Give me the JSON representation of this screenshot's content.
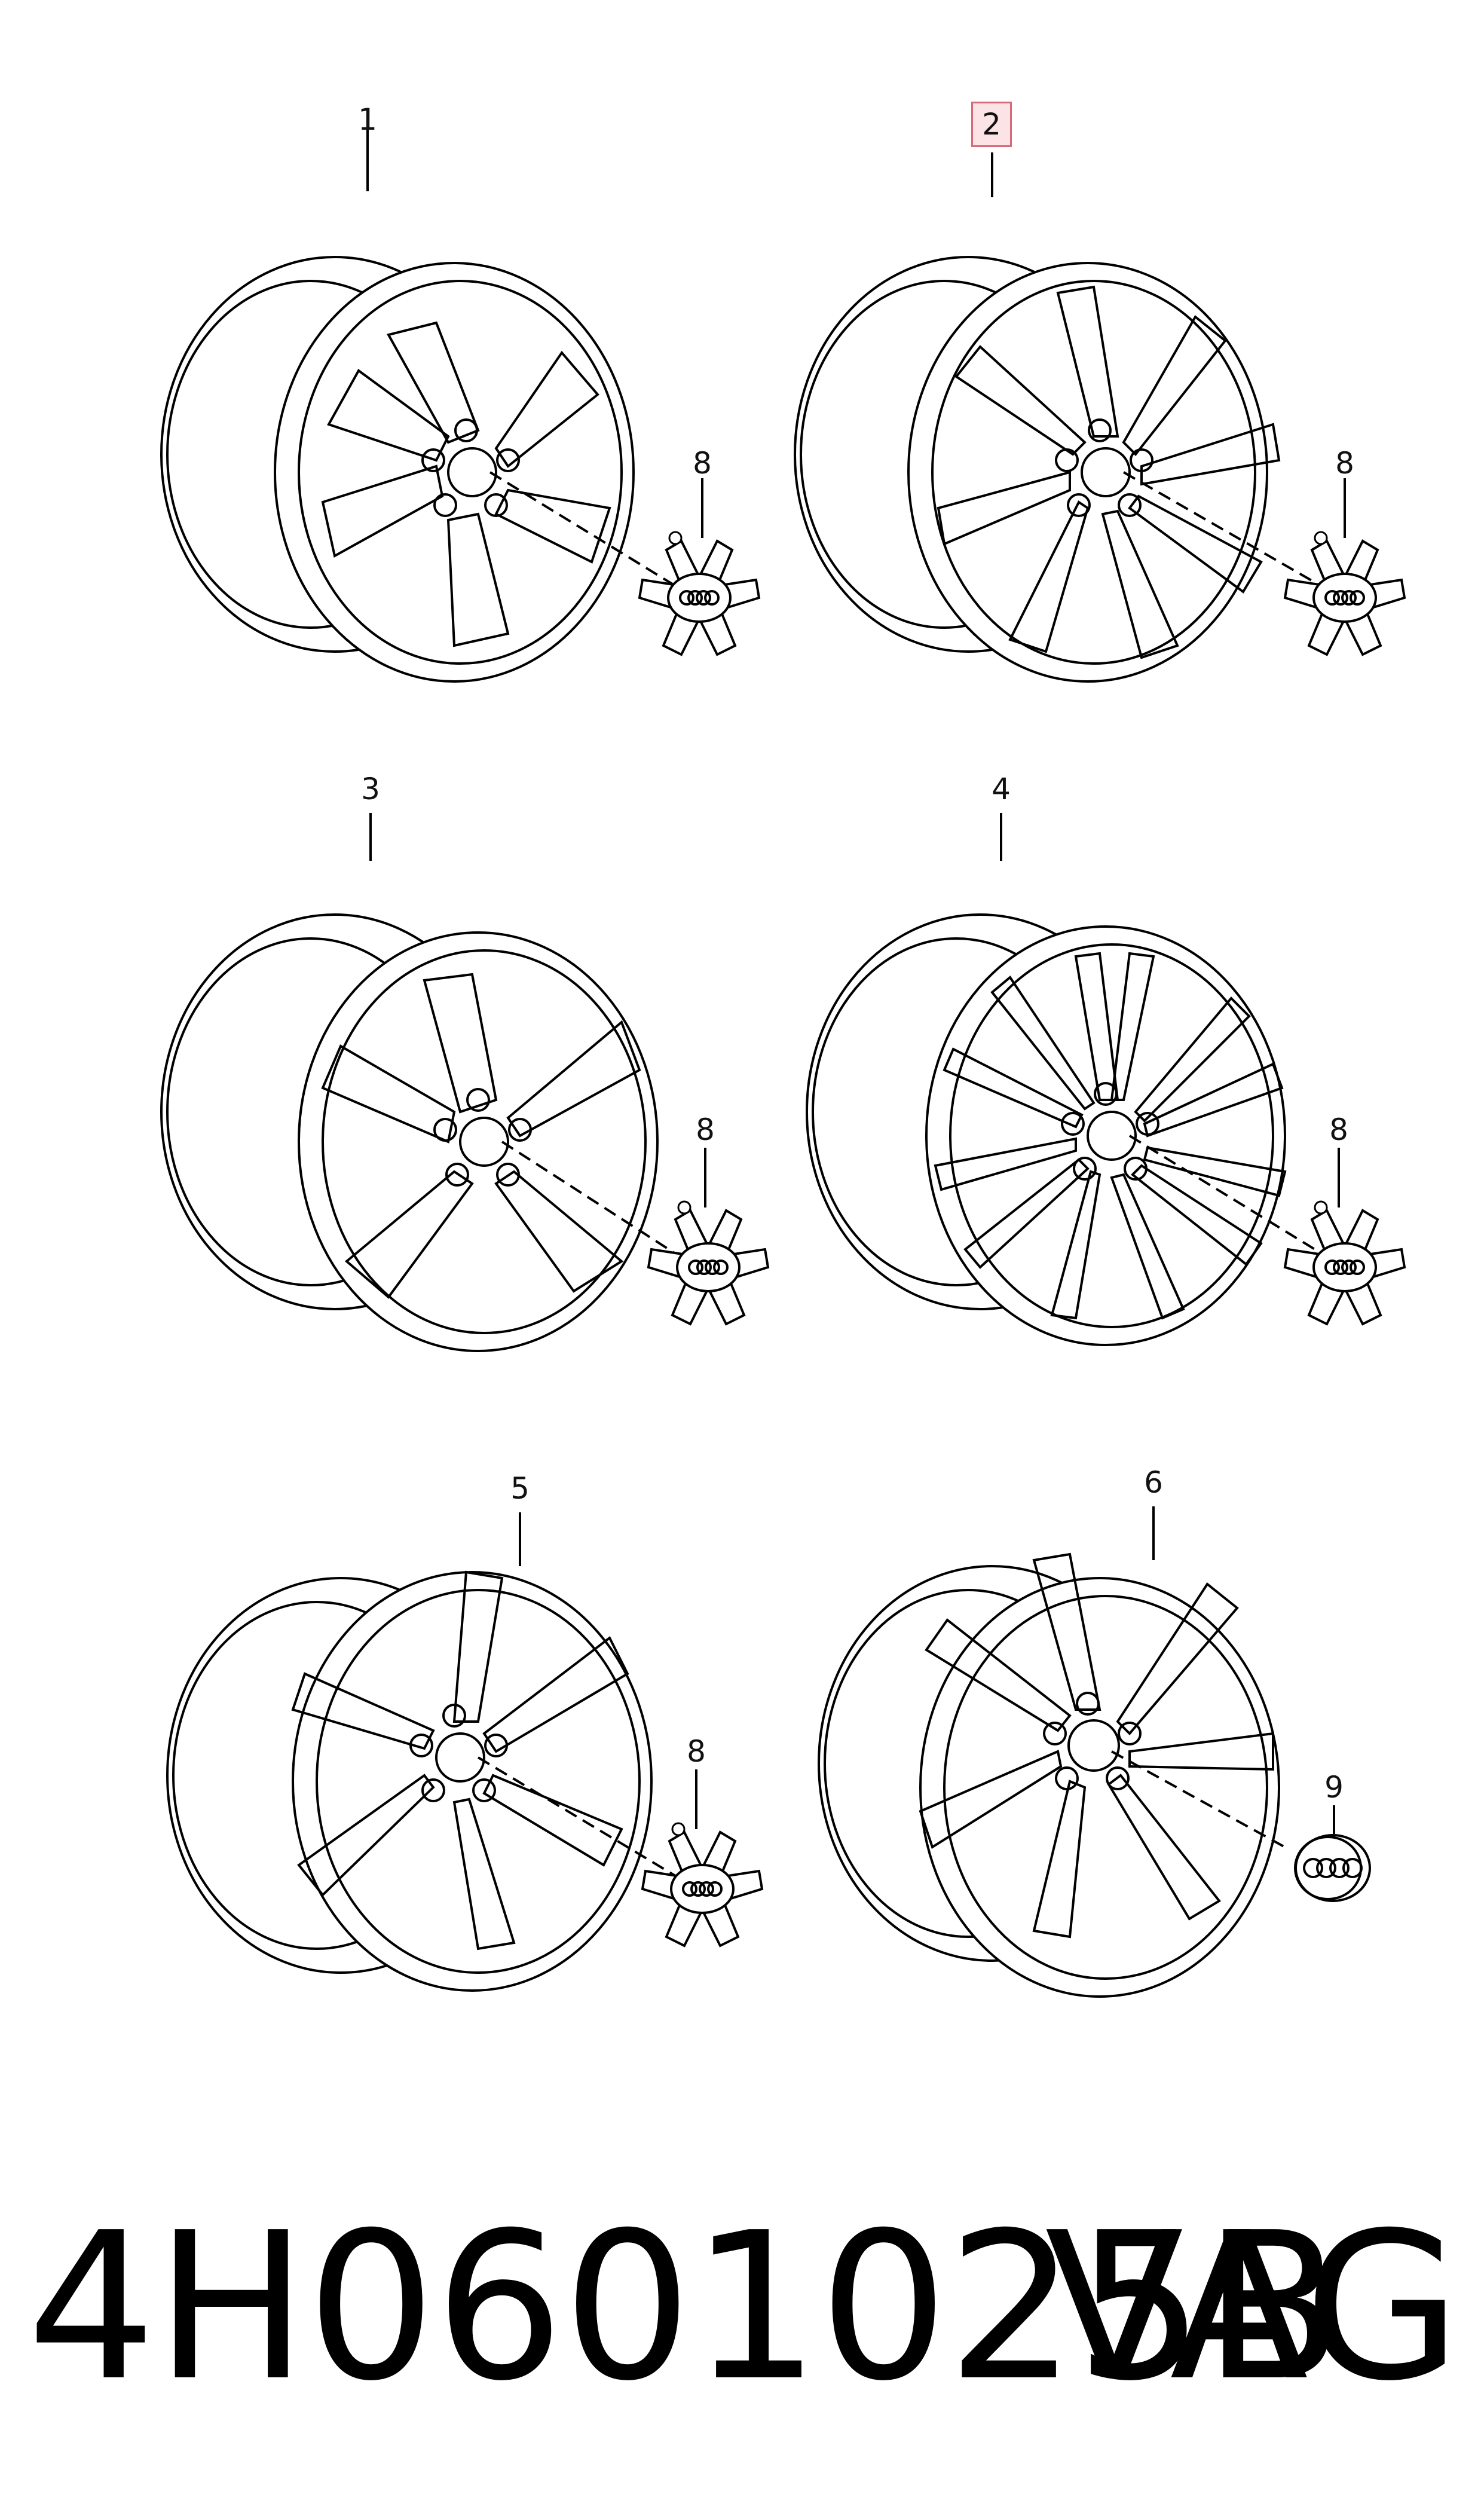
{
  "callouts": {
    "c1": "1",
    "c2": "2",
    "c3": "3",
    "c4": "4",
    "c5": "5",
    "c6": "6",
    "c8a": "8",
    "c8b": "8",
    "c8c": "8",
    "c8d": "8",
    "c8e": "8",
    "c9": "9"
  },
  "highlight_color": "#d46a7a",
  "footer": {
    "part_number": "4H0601025B",
    "brand": "VAG"
  },
  "icons": [
    "alloy-wheel-icon",
    "center-cap-icon",
    "audi-rings-icon"
  ]
}
